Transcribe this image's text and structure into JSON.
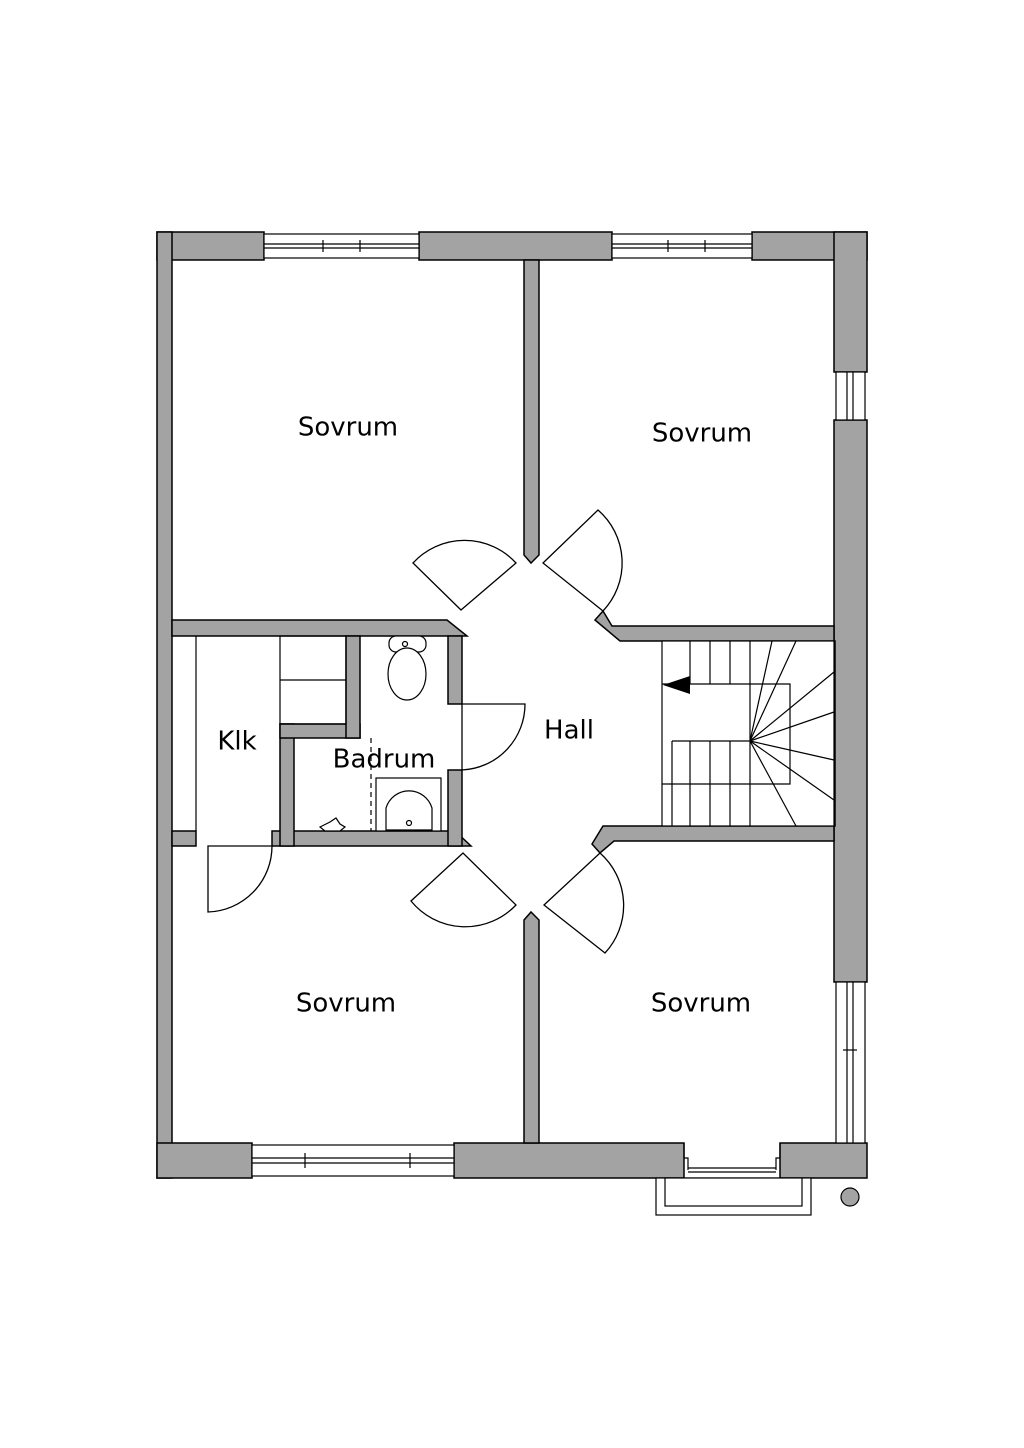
{
  "colors": {
    "wall": "#a3a3a3",
    "line": "#000000",
    "background": "#ffffff"
  },
  "rooms": {
    "bedroom_top_left": "Sovrum",
    "bedroom_top_right": "Sovrum",
    "bedroom_bottom_left": "Sovrum",
    "bedroom_bottom_right": "Sovrum",
    "hall": "Hall",
    "bathroom": "Badrum",
    "closet": "Klk"
  }
}
